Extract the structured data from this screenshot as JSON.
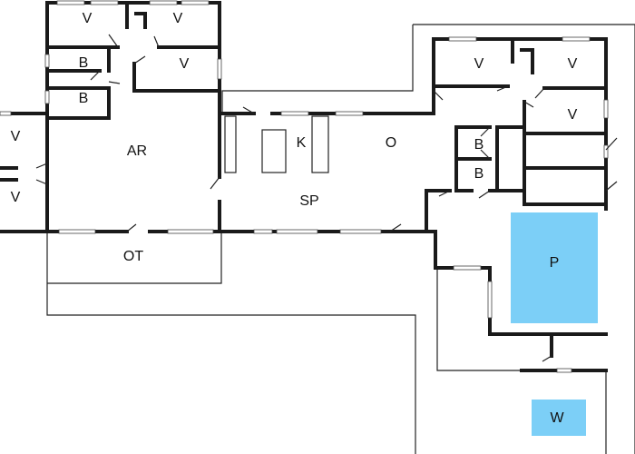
{
  "colors": {
    "wall": "#1a1a1a",
    "pool": "#7ccff7",
    "background": "#ffffff"
  },
  "rooms": [
    {
      "id": "bedroom-nw-1",
      "label": "V"
    },
    {
      "id": "bedroom-nw-2",
      "label": "V"
    },
    {
      "id": "bedroom-nw-3",
      "label": "V"
    },
    {
      "id": "bath-nw-1",
      "label": "B"
    },
    {
      "id": "bath-nw-2",
      "label": "B"
    },
    {
      "id": "bedroom-w-1",
      "label": "V"
    },
    {
      "id": "bedroom-w-2",
      "label": "V"
    },
    {
      "id": "living",
      "label": "AR"
    },
    {
      "id": "kitchen",
      "label": "K"
    },
    {
      "id": "o-area",
      "label": "O"
    },
    {
      "id": "dining",
      "label": "SP"
    },
    {
      "id": "ot",
      "label": "OT"
    },
    {
      "id": "bedroom-ne-1",
      "label": "V"
    },
    {
      "id": "bedroom-ne-2",
      "label": "V"
    },
    {
      "id": "bedroom-e-1",
      "label": "V"
    },
    {
      "id": "bath-e-1",
      "label": "B"
    },
    {
      "id": "bath-e-2",
      "label": "B"
    },
    {
      "id": "pool",
      "label": "P"
    },
    {
      "id": "w",
      "label": "W"
    }
  ]
}
